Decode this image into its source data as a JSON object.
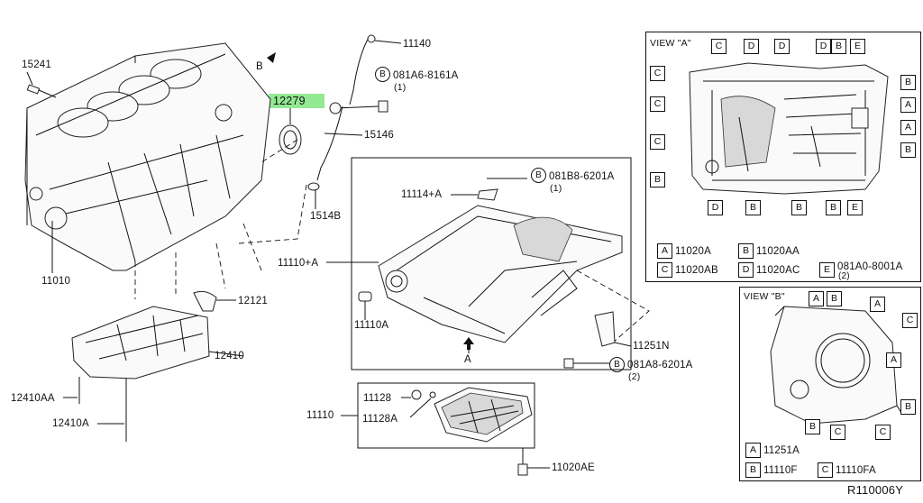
{
  "labels": {
    "l15241": "15241",
    "l11010": "11010",
    "l12279": "12279",
    "l11140": "11140",
    "l081A6_8161A": "081A6-8161A",
    "l081A6_qty": "(1)",
    "l15146": "15146",
    "l15148": "1514B",
    "l12121": "12121",
    "l12410": "12410",
    "l12410AA": "12410AA",
    "l12410A": "12410A",
    "l081B8_6201A": "081B8-6201A",
    "l081B8_qty": "(1)",
    "l11114A": "11114+A",
    "l11110A_plus": "11110+A",
    "l11110A": "11110A",
    "l11251N": "11251N",
    "l081A8_6201A": "081A8-6201A",
    "l081A8_qty": "(2)",
    "l11110": "11110",
    "l11128": "11128",
    "l11128A": "11128A",
    "l11020AE": "11020AE",
    "arrowB": "B",
    "arrowA": "A",
    "circleB": "B",
    "diagramId": "R110006Y"
  },
  "viewA": {
    "title": "VIEW \"A\"",
    "legend": [
      {
        "key": "A",
        "part": "11020A"
      },
      {
        "key": "B",
        "part": "11020AA"
      },
      {
        "key": "C",
        "part": "11020AB"
      },
      {
        "key": "D",
        "part": "11020AC"
      },
      {
        "key": "E",
        "part": "081A0-8001A",
        "qty": "(2)"
      }
    ],
    "callouts": [
      "C",
      "D",
      "D",
      "D",
      "B",
      "E",
      "C",
      "C",
      "C",
      "B",
      "B",
      "A",
      "A",
      "B",
      "D",
      "B",
      "B",
      "B",
      "E"
    ]
  },
  "viewB": {
    "title": "VIEW \"B\"",
    "legend": [
      {
        "key": "A",
        "part": "11251A"
      },
      {
        "key": "B",
        "part": "11110F"
      },
      {
        "key": "C",
        "part": "11110FA"
      }
    ],
    "callouts": [
      "A",
      "B",
      "A",
      "C",
      "A",
      "B",
      "B",
      "C",
      "C"
    ]
  }
}
